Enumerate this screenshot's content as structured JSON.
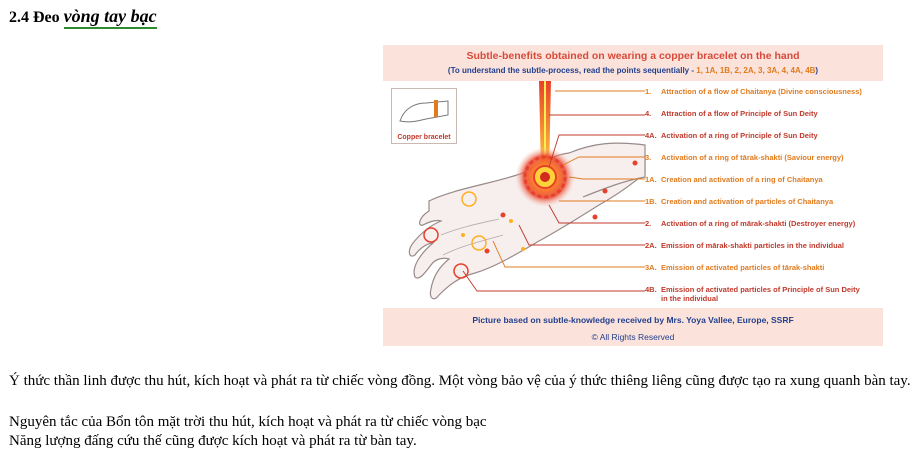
{
  "heading": {
    "prefix": "2.4 Đeo",
    "link": "vòng tay bạc"
  },
  "figure": {
    "title": "Subtle-benefits obtained on wearing a copper bracelet on the hand",
    "subtitle_prefix": "(To understand the subtle-process, read the points sequentially - ",
    "subtitle_sequence": "1, 1A, 1B, 2, 2A, 3, 3A, 4, 4A, 4B",
    "subtitle_suffix": ")",
    "inset_label": "Copper bracelet",
    "legend": [
      {
        "num": "1.",
        "text": "Attraction of a flow of Chaitanya (Divine consciousness)",
        "color": "#e07b1f"
      },
      {
        "num": "4.",
        "text": "Attraction of a flow of Principle of Sun Deity",
        "color": "#c0392b"
      },
      {
        "num": "4A.",
        "text": "Activation of a ring of Principle of Sun Deity",
        "color": "#c0392b"
      },
      {
        "num": "3.",
        "text": "Activation of a ring of tārak-shakti (Saviour energy)",
        "color": "#e07b1f"
      },
      {
        "num": "1A.",
        "text": "Creation and activation of a ring of Chaitanya",
        "color": "#e07b1f"
      },
      {
        "num": "1B.",
        "text": "Creation and activation of particles of Chaitanya",
        "color": "#e07b1f"
      },
      {
        "num": "2.",
        "text": "Activation of a ring of mārak-shakti (Destroyer energy)",
        "color": "#c0392b"
      },
      {
        "num": "2A.",
        "text": "Emission of mārak-shakti particles in the individual",
        "color": "#c0392b"
      },
      {
        "num": "3A.",
        "text": "Emission of activated particles of tārak-shakti",
        "color": "#e07b1f"
      },
      {
        "num": "4B.",
        "text": "Emission of activated particles of Principle of Sun Deity",
        "text2": "in the individual",
        "color": "#c0392b"
      }
    ],
    "credit": "Picture based on subtle-knowledge received by Mrs. Yoya Vallee, Europe, SSRF",
    "rights": "© All Rights Reserved"
  },
  "paragraphs": {
    "p1": "Ý thức thần linh được thu hút, kích hoạt và phát ra từ chiếc vòng đồng. Một vòng bảo vệ của ý thức thiêng liêng cũng được tạo ra xung quanh bàn tay.",
    "p2": "Nguyên tắc của Bổn tôn mặt trời thu hút, kích hoạt và phát ra từ chiếc vòng bạc",
    "p3": "Năng lượng đấng cứu thế cũng được kích hoạt và phát ra từ bàn tay."
  }
}
